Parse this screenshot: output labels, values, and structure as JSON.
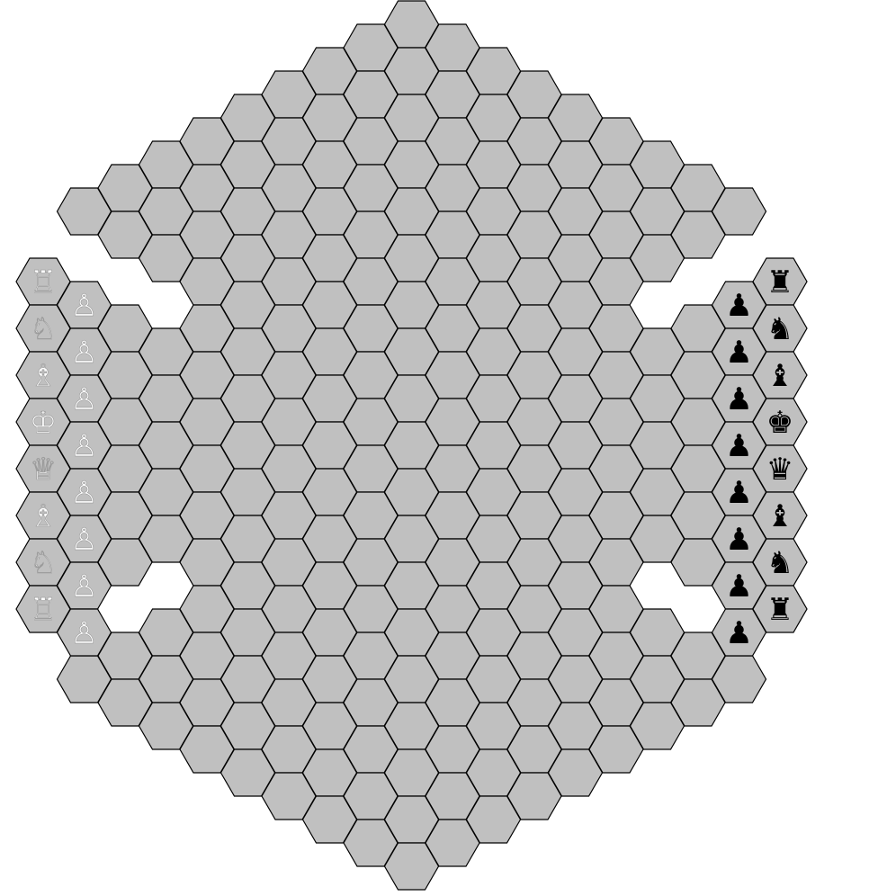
{
  "board": {
    "cell_fill": "#c0c0c0",
    "cell_stroke": "#000000",
    "background": "#ffffff"
  },
  "players": {
    "white": {
      "color": "#ffffff",
      "outline": "#9a9a9a"
    },
    "black": {
      "color": "#000000",
      "outline": "#000000"
    }
  },
  "pieces": {
    "white_back_rank": [
      "rook",
      "knight",
      "bishop",
      "king",
      "queen",
      "bishop",
      "knight",
      "rook"
    ],
    "white_pawns": [
      "pawn",
      "pawn",
      "pawn",
      "pawn",
      "pawn",
      "pawn",
      "pawn",
      "pawn"
    ],
    "black_back_rank": [
      "rook",
      "knight",
      "bishop",
      "king",
      "queen",
      "bishop",
      "knight",
      "rook"
    ],
    "black_pawns": [
      "pawn",
      "pawn",
      "pawn",
      "pawn",
      "pawn",
      "pawn",
      "pawn",
      "pawn"
    ]
  },
  "glyphs": {
    "white": {
      "king": "♔",
      "queen": "♕",
      "rook": "♖",
      "bishop": "♗",
      "knight": "♘",
      "pawn": "♙"
    },
    "black": {
      "king": "♚",
      "queen": "♛",
      "rook": "♜",
      "bishop": "♝",
      "knight": "♞",
      "pawn": "♟"
    }
  }
}
